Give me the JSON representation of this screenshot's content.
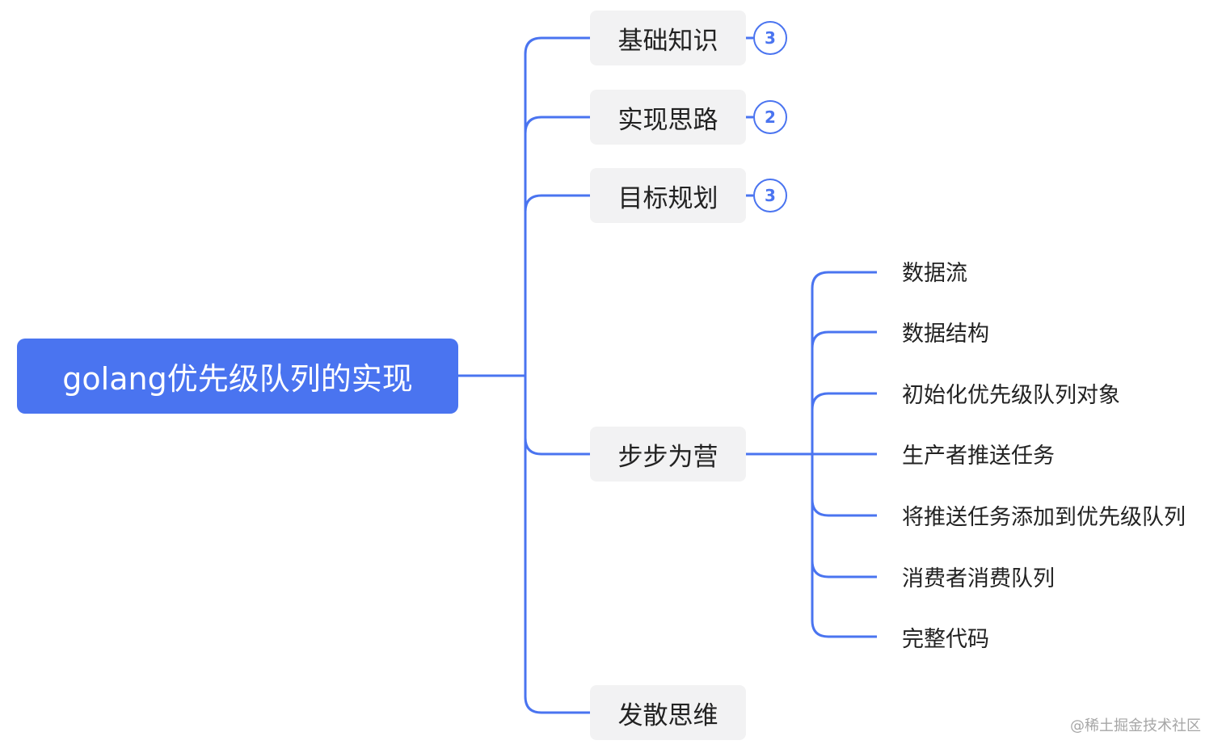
{
  "root": {
    "label": "golang优先级队列的实现"
  },
  "branches": [
    {
      "label": "基础知识",
      "badge": "3"
    },
    {
      "label": "实现思路",
      "badge": "2"
    },
    {
      "label": "目标规划",
      "badge": "3"
    },
    {
      "label": "步步为营"
    },
    {
      "label": "发散思维"
    }
  ],
  "leaves": [
    "数据流",
    "数据结构",
    "初始化优先级队列对象",
    "生产者推送任务",
    "将推送任务添加到优先级队列",
    "消费者消费队列",
    "完整代码"
  ],
  "watermark": "@稀土掘金技术社区",
  "colors": {
    "accent": "#4a74f0",
    "node_bg": "#f2f2f3",
    "text": "#222222"
  }
}
